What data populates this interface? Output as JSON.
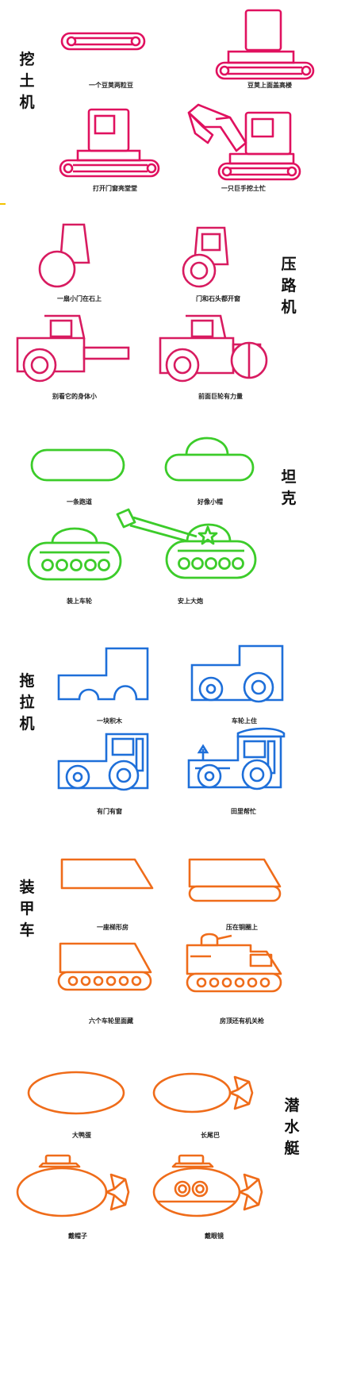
{
  "colors": {
    "excavator": "#e0115f",
    "roller": "#d81b60",
    "tank": "#3ccc2a",
    "tractor": "#1e6fd9",
    "armored": "#ef6c1a",
    "submarine": "#ef6c1a"
  },
  "sections": [
    {
      "title": [
        "挖",
        "土",
        "机"
      ],
      "captions": [
        "一个豆荚两粒豆",
        "豆荚上面盖高楼",
        "打开门窗亮堂堂",
        "一只巨手挖土忙"
      ]
    },
    {
      "title": [
        "压",
        "路",
        "机"
      ],
      "captions": [
        "一扇小门在石上",
        "门和石头都开窗",
        "别看它的身体小",
        "前面巨轮有力量"
      ]
    },
    {
      "title": [
        "坦",
        "克"
      ],
      "captions": [
        "一条跑道",
        "好像小帽",
        "装上车轮",
        "安上大炮"
      ]
    },
    {
      "title": [
        "拖",
        "拉",
        "机"
      ],
      "captions": [
        "一块积木",
        "车轮上住",
        "有门有窗",
        "田里帮忙"
      ]
    },
    {
      "title": [
        "装",
        "甲",
        "车"
      ],
      "captions": [
        "一座梯形房",
        "压在铜圈上",
        "六个车轮里面藏",
        "房顶还有机关枪"
      ]
    },
    {
      "title": [
        "潜",
        "水",
        "艇"
      ],
      "captions": [
        "大鸭蛋",
        "长尾巴",
        "戴帽子",
        "戴眼镜"
      ]
    }
  ]
}
